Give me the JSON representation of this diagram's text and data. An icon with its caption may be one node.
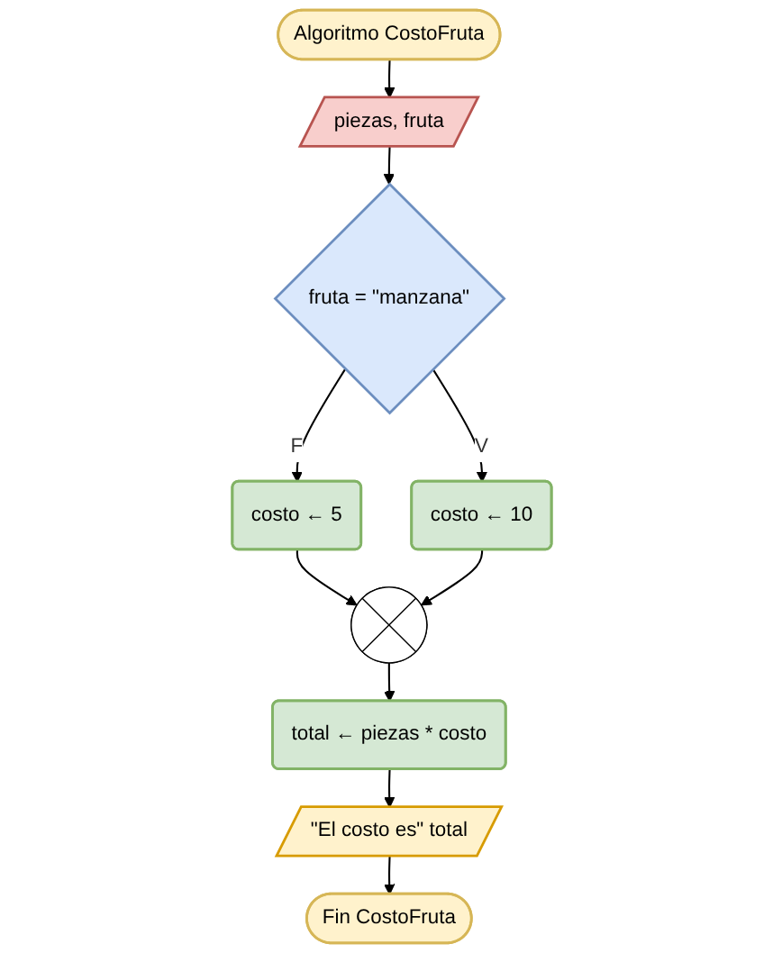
{
  "diagram": {
    "nodes": [
      {
        "text": [
          "Algoritmo CostoFruta"
        ]
      },
      {
        "text": [
          "piezas, fruta"
        ]
      },
      {
        "text": [
          "fruta = \"manzana\""
        ]
      },
      {
        "text": [
          "costo ← 10"
        ]
      },
      {
        "text": [
          "costo ← 5"
        ]
      },
      {
        "text": [],
        "shape": "circle"
      },
      {
        "text": [
          "total ← piezas * costo"
        ]
      },
      {
        "text": [
          "\"El costo es\" total"
        ]
      },
      {
        "text": [
          "Fin CostoFruta"
        ]
      }
    ],
    "edges": [
      {
        "from": 0,
        "to": 1,
        "arrow": "to"
      },
      {
        "from": 1,
        "to": 2,
        "arrow": "to"
      },
      {
        "from": 2,
        "to": 3,
        "arrow": "to",
        "label": "V"
      },
      {
        "from": 2,
        "to": 4,
        "arrow": "to",
        "label": "F"
      },
      {
        "from": 4,
        "to": 5,
        "arrow": "to"
      },
      {
        "from": 3,
        "to": 5,
        "arrow": "to"
      },
      {
        "from": 5,
        "to": 6,
        "arrow": "to"
      },
      {
        "from": 6,
        "to": 7,
        "arrow": "to"
      },
      {
        "from": 7,
        "to": 8,
        "arrow": "to"
      }
    ]
  }
}
